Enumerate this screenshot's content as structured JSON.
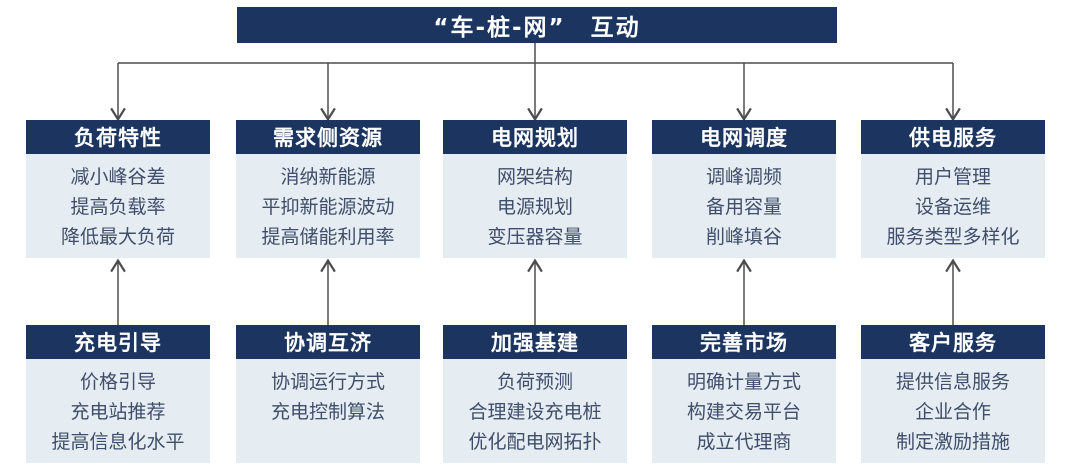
{
  "title": "“车-桩-网”　互动",
  "columns": [
    {
      "middle": {
        "title": "负荷特性",
        "items": [
          "减小峰谷差",
          "提高负载率",
          "降低最大负荷"
        ]
      },
      "bottom": {
        "title": "充电引导",
        "items": [
          "价格引导",
          "充电站推荐",
          "提高信息化水平"
        ]
      }
    },
    {
      "middle": {
        "title": "需求侧资源",
        "items": [
          "消纳新能源",
          "平抑新能源波动",
          "提高储能利用率"
        ]
      },
      "bottom": {
        "title": "协调互济",
        "items": [
          "协调运行方式",
          "充电控制算法"
        ]
      }
    },
    {
      "middle": {
        "title": "电网规划",
        "items": [
          "网架结构",
          "电源规划",
          "变压器容量"
        ]
      },
      "bottom": {
        "title": "加强基建",
        "items": [
          "负荷预测",
          "合理建设充电桩",
          "优化配电网拓扑"
        ]
      }
    },
    {
      "middle": {
        "title": "电网调度",
        "items": [
          "调峰调频",
          "备用容量",
          "削峰填谷"
        ]
      },
      "bottom": {
        "title": "完善市场",
        "items": [
          "明确计量方式",
          "构建交易平台",
          "成立代理商"
        ]
      }
    },
    {
      "middle": {
        "title": "供电服务",
        "items": [
          "用户管理",
          "设备运维",
          "服务类型多样化"
        ]
      },
      "bottom": {
        "title": "客户服务",
        "items": [
          "提供信息服务",
          "企业合作",
          "制定激励措施"
        ]
      }
    }
  ],
  "colors": {
    "header_bg": "#1c3560",
    "header_text": "#ffffff",
    "body_bg": "#e5edf3",
    "body_text": "#414e6b",
    "line": "#4d4d4d"
  }
}
